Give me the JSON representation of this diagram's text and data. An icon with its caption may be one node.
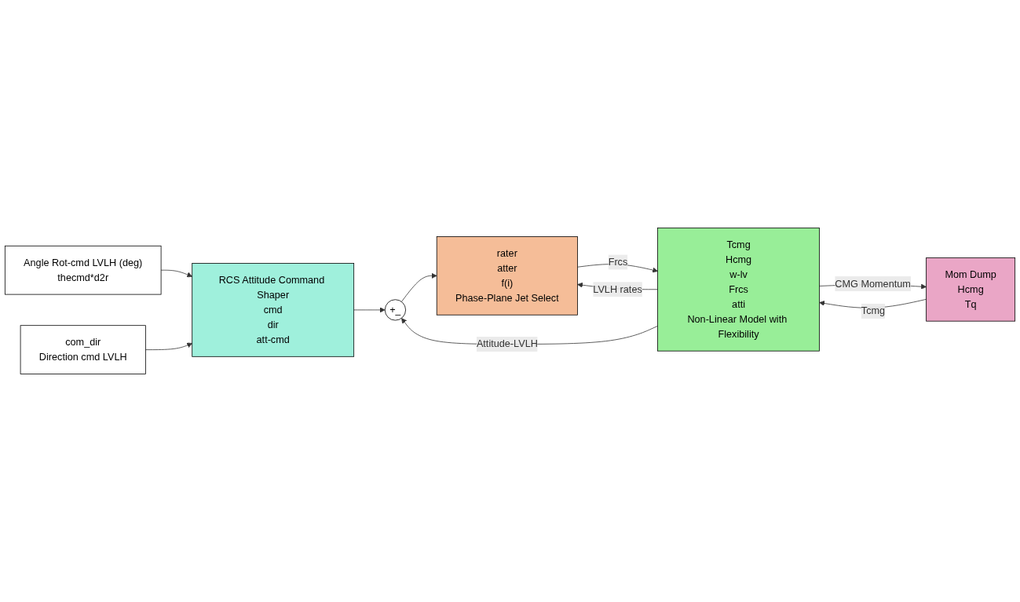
{
  "diagram": {
    "nodes": [
      {
        "text": [
          "Angle Rot-cmd LVLH (deg)",
          "thecmd*d2r"
        ]
      },
      {
        "text": [
          "com_dir",
          "Direction cmd LVLH"
        ]
      },
      {
        "text": [
          "RCS Attitude Command Shaper",
          "cmd",
          "dir",
          "att-cmd"
        ]
      },
      {
        "text": [
          "+_"
        ]
      },
      {
        "text": [
          "Mom Dump",
          "Hcmg",
          "Tq"
        ]
      },
      {
        "text": [
          "rater",
          "atter",
          "f(i)",
          "Phase-Plane Jet Select"
        ]
      },
      {
        "text": [
          "Tcmg",
          "Hcmg",
          "w-lv",
          "Frcs",
          "atti",
          "Non-Linear Model with Flexibility"
        ]
      }
    ],
    "edges": [
      {
        "from": 0,
        "to": 2,
        "arrow": "to"
      },
      {
        "from": 1,
        "to": 2,
        "arrow": "to"
      },
      {
        "from": 2,
        "to": 3,
        "arrow": "to"
      },
      {
        "from": 3,
        "to": 5,
        "arrow": "to"
      },
      {
        "from": 4,
        "to": 6,
        "arrow": "to",
        "label": "Tcmg"
      },
      {
        "from": 5,
        "to": 6,
        "arrow": "to",
        "label": "Frcs"
      },
      {
        "from": 6,
        "to": 4,
        "arrow": "to",
        "label": "CMG Momentum"
      },
      {
        "from": 6,
        "to": 5,
        "arrow": "to",
        "label": "LVLH rates"
      },
      {
        "from": 6,
        "to": 3,
        "arrow": "to",
        "label": "Attitude-LVLH"
      }
    ]
  }
}
